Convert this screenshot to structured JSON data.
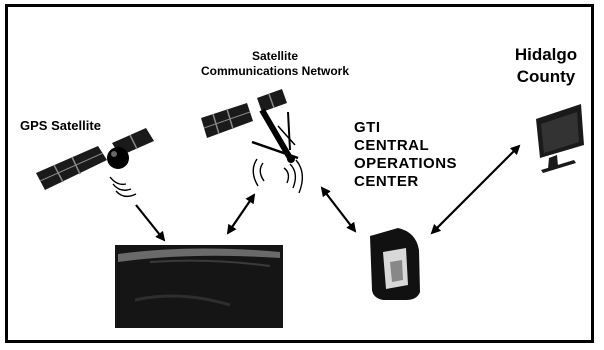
{
  "labels": {
    "gps_satellite": "GPS Satellite",
    "satellite_network_line1": "Satellite",
    "satellite_network_line2": "Communications Network",
    "gti_line1": "GTI",
    "gti_line2": "CENTRAL",
    "gti_line3": "OPERATIONS",
    "gti_line4": "CENTER",
    "county_line1": "Hidalgo",
    "county_line2": "County"
  },
  "icons": [
    "gps-satellite-icon",
    "communications-satellite-icon",
    "vehicle-tracking-unit-icon",
    "operations-center-device-icon",
    "computer-monitor-icon"
  ]
}
